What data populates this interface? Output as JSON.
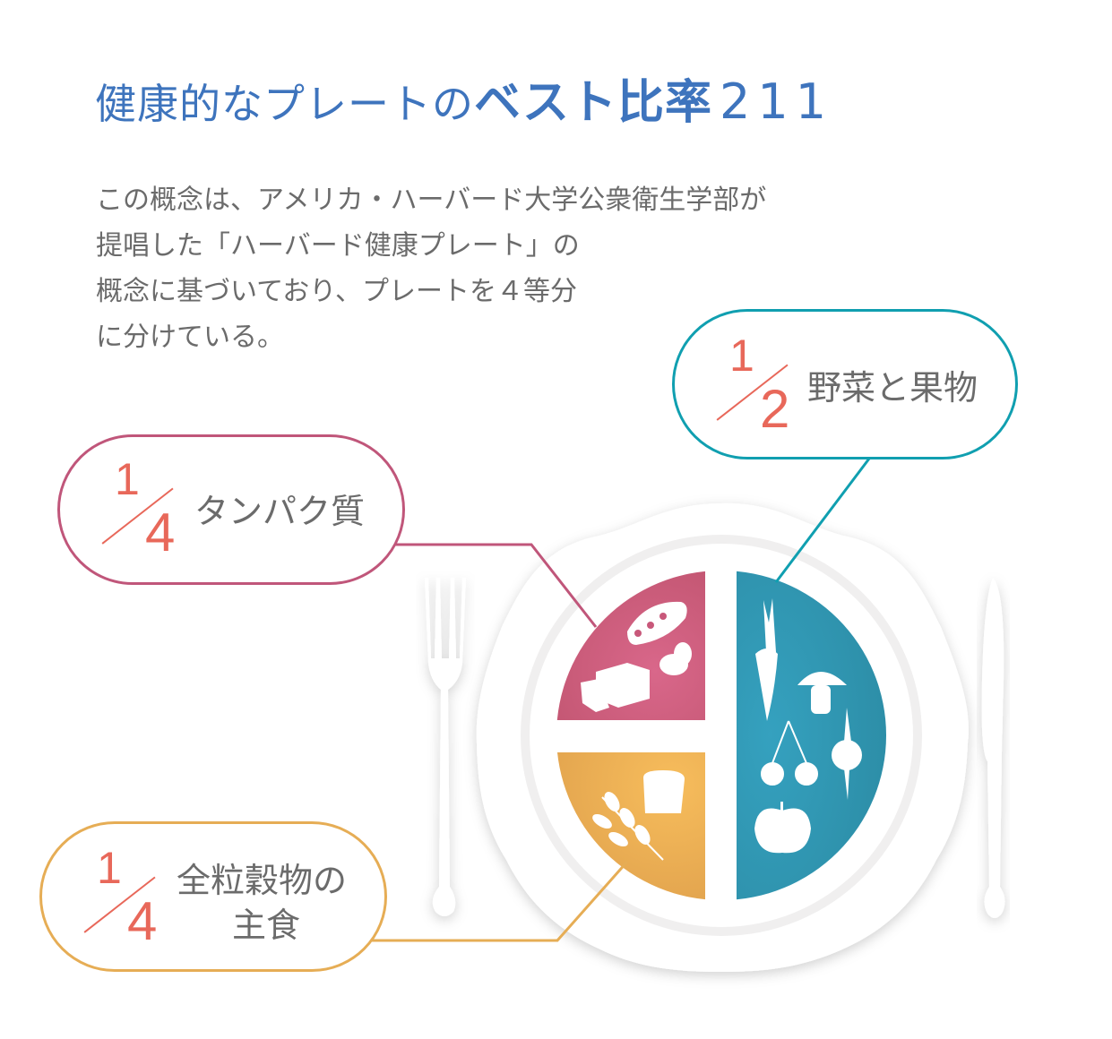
{
  "title": {
    "part1": "健康的なプレートの",
    "part2": "ベスト比率",
    "number": "211"
  },
  "description": [
    "この概念は、アメリカ・ハーバード大学公衆衛生学部が",
    "提唱した「ハーバード健康プレート」の",
    "概念に基づいており、プレートを４等分",
    "に分けている。"
  ],
  "callouts": {
    "vegetables": {
      "numerator": "1",
      "denominator": "2",
      "label": "野菜と果物",
      "color": "#109fb0"
    },
    "protein": {
      "numerator": "1",
      "denominator": "4",
      "label": "タンパク質",
      "color": "#c0567a"
    },
    "grains": {
      "numerator": "1",
      "denominator": "4",
      "label_line1": "全粒穀物の",
      "label_line2": "主食",
      "color": "#e6ad55"
    }
  },
  "colors": {
    "title": "#3e74bd",
    "fraction": "#e8685a",
    "protein": "#c8587a",
    "vegetables": "#2f97b3",
    "grains": "#eeae55"
  }
}
